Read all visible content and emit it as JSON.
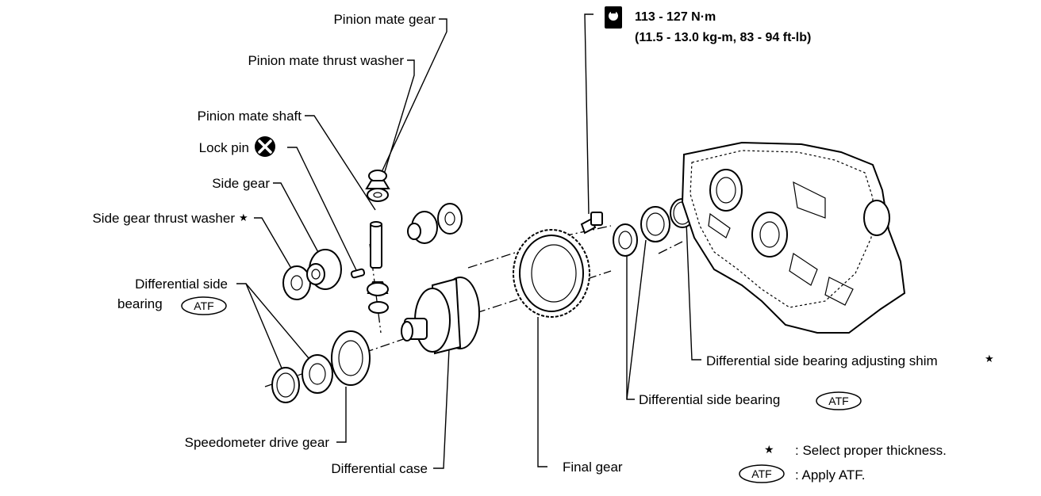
{
  "labels": {
    "pinion_mate_gear": "Pinion mate gear",
    "pinion_mate_thrust_washer": "Pinion mate thrust washer",
    "pinion_mate_shaft": "Pinion mate shaft",
    "lock_pin": "Lock pin",
    "side_gear": "Side gear",
    "side_gear_thrust_washer": "Side gear thrust washer",
    "differential_side_bearing_left_line1": "Differential side",
    "differential_side_bearing_left_line2": "bearing",
    "speedometer_drive_gear": "Speedometer drive gear",
    "differential_case": "Differential case",
    "final_gear": "Final gear",
    "differential_side_bearing_right": "Differential side bearing",
    "differential_side_bearing_adjusting_shim": "Differential side bearing adjusting shim"
  },
  "torque": {
    "line1": "113 - 127 N·m",
    "line2": "(11.5 - 13.0 kg-m, 83 - 94 ft-lb)"
  },
  "badges": {
    "atf": "ATF"
  },
  "symbols": {
    "star": "★"
  },
  "legend": {
    "star_text": ": Select proper thickness.",
    "atf_text": ": Apply ATF."
  },
  "icons": {
    "torque": "torque-wrench-icon",
    "no_reuse": "do-not-reuse-icon",
    "star": "star-icon"
  }
}
